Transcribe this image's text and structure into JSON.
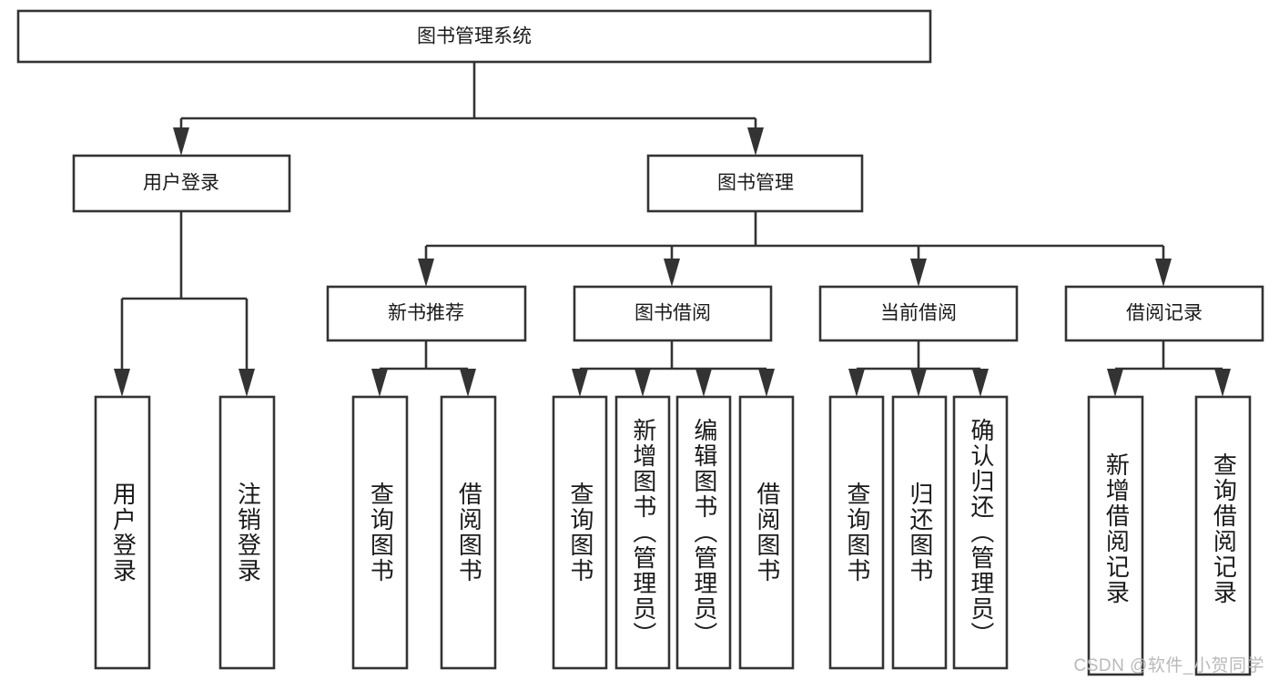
{
  "diagram": {
    "type": "tree-hierarchy-chart",
    "title": "图书管理系统",
    "watermark": "CSDN @软件_小贺同学",
    "colors": {
      "box_stroke": "#333333",
      "box_fill": "#ffffff",
      "connector": "#333333",
      "text": "#1a1a1a",
      "watermark": "#b9b9b9",
      "background": "#ffffff"
    },
    "root": {
      "label": "图书管理系统"
    },
    "level2": [
      {
        "label": "用户登录"
      },
      {
        "label": "图书管理"
      }
    ],
    "level3": [
      {
        "label": "新书推荐"
      },
      {
        "label": "图书借阅"
      },
      {
        "label": "当前借阅"
      },
      {
        "label": "借阅记录"
      }
    ],
    "leaves": {
      "user_login": [
        {
          "label": "用户登录"
        },
        {
          "label": "注销登录"
        }
      ],
      "new_book_recommend": [
        {
          "label": "查询图书"
        },
        {
          "label": "借阅图书"
        }
      ],
      "book_borrow": [
        {
          "label": "查询图书"
        },
        {
          "label": "新增图书（管理员）"
        },
        {
          "label": "编辑图书（管理员）"
        },
        {
          "label": "借阅图书"
        }
      ],
      "current_borrow": [
        {
          "label": "查询图书"
        },
        {
          "label": "归还图书"
        },
        {
          "label": "确认归还（管理员）"
        }
      ],
      "borrow_record": [
        {
          "label": "新增借阅记录"
        },
        {
          "label": "查询借阅记录"
        }
      ]
    }
  }
}
